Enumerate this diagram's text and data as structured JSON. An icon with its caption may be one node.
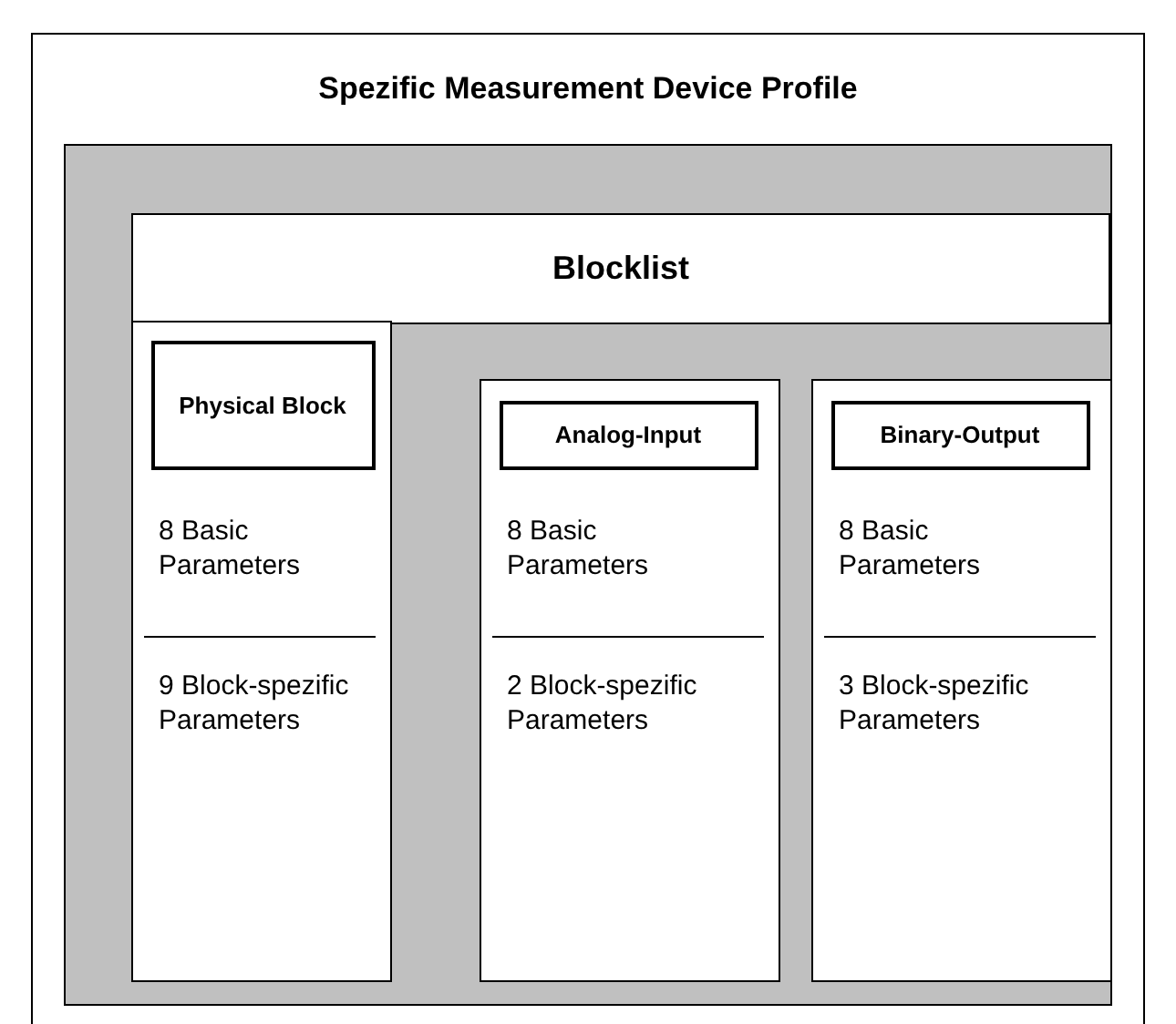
{
  "diagram": {
    "nodes": [
      {
        "text": [
          "Spezific Measurement Device Profile"
        ]
      },
      {
        "text": [],
        "shape": "box",
        "in": 0
      },
      {
        "text": [
          "Blocklist"
        ],
        "in": 1
      },
      {
        "text": [
          "8 Basic Parameters",
          "9 Block-spezific Parameters"
        ],
        "in": 1
      },
      {
        "text": [
          "Physical Block"
        ],
        "in": 3
      },
      {
        "text": [
          "8 Basic Parameters",
          "2 Block-spezific Parameters"
        ],
        "in": 1
      },
      {
        "text": [
          "Analog-Input"
        ],
        "in": 5
      },
      {
        "text": [
          "8 Basic Parameters",
          "3 Block-spezific Parameters"
        ],
        "in": 1
      },
      {
        "text": [
          "Binary-Output"
        ],
        "in": 7
      }
    ]
  }
}
